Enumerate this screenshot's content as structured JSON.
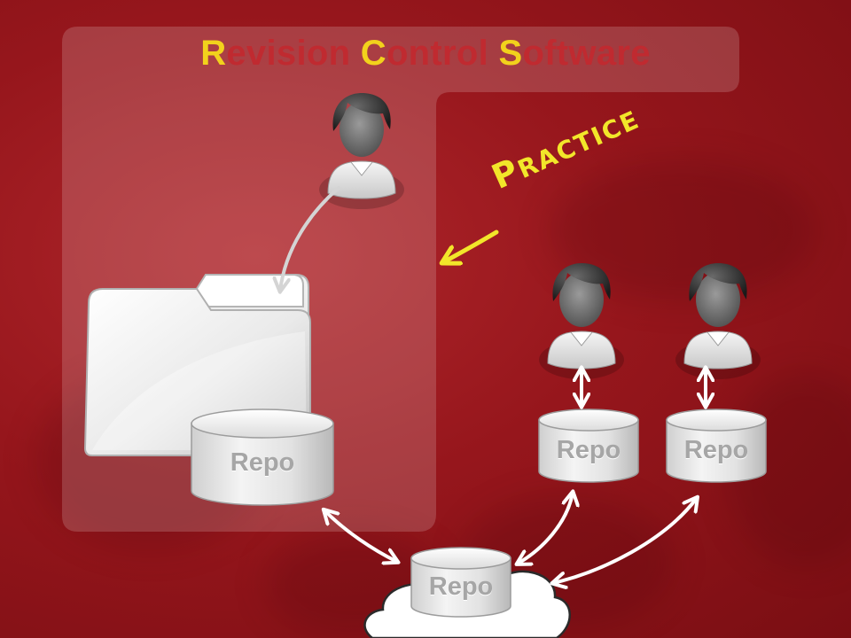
{
  "slide": {
    "title_parts": [
      {
        "initial": "R",
        "rest": "evision "
      },
      {
        "initial": "C",
        "rest": "ontrol "
      },
      {
        "initial": "S",
        "rest": "oftware"
      }
    ],
    "annotation": {
      "initial": "P",
      "rest": "RACTICE"
    }
  },
  "diagram": {
    "nodes": [
      {
        "id": "user-top",
        "type": "user"
      },
      {
        "id": "user-right-1",
        "type": "user"
      },
      {
        "id": "user-right-2",
        "type": "user"
      },
      {
        "id": "folder",
        "type": "folder"
      },
      {
        "id": "repo-local",
        "type": "repository",
        "label": "Repo"
      },
      {
        "id": "repo-right-1",
        "type": "repository",
        "label": "Repo"
      },
      {
        "id": "repo-right-2",
        "type": "repository",
        "label": "Repo"
      },
      {
        "id": "repo-central",
        "type": "repository",
        "label": "Repo"
      },
      {
        "id": "cloud",
        "type": "cloud"
      }
    ],
    "edges": [
      {
        "from": "user-top",
        "to": "folder",
        "direction": "one-way"
      },
      {
        "from": "user-right-1",
        "to": "repo-right-1",
        "direction": "two-way"
      },
      {
        "from": "user-right-2",
        "to": "repo-right-2",
        "direction": "two-way"
      },
      {
        "from": "repo-local",
        "to": "repo-central",
        "direction": "two-way"
      },
      {
        "from": "repo-right-1",
        "to": "repo-central",
        "direction": "two-way"
      },
      {
        "from": "repo-right-2",
        "to": "repo-central",
        "direction": "two-way"
      }
    ]
  },
  "colors": {
    "background": "#96161c",
    "title": "#c02a30",
    "title_initials": "#f2d21c",
    "annotation": "#f2e62a",
    "repo_label": "#a6a6a6",
    "arrows": "#ffffff"
  }
}
